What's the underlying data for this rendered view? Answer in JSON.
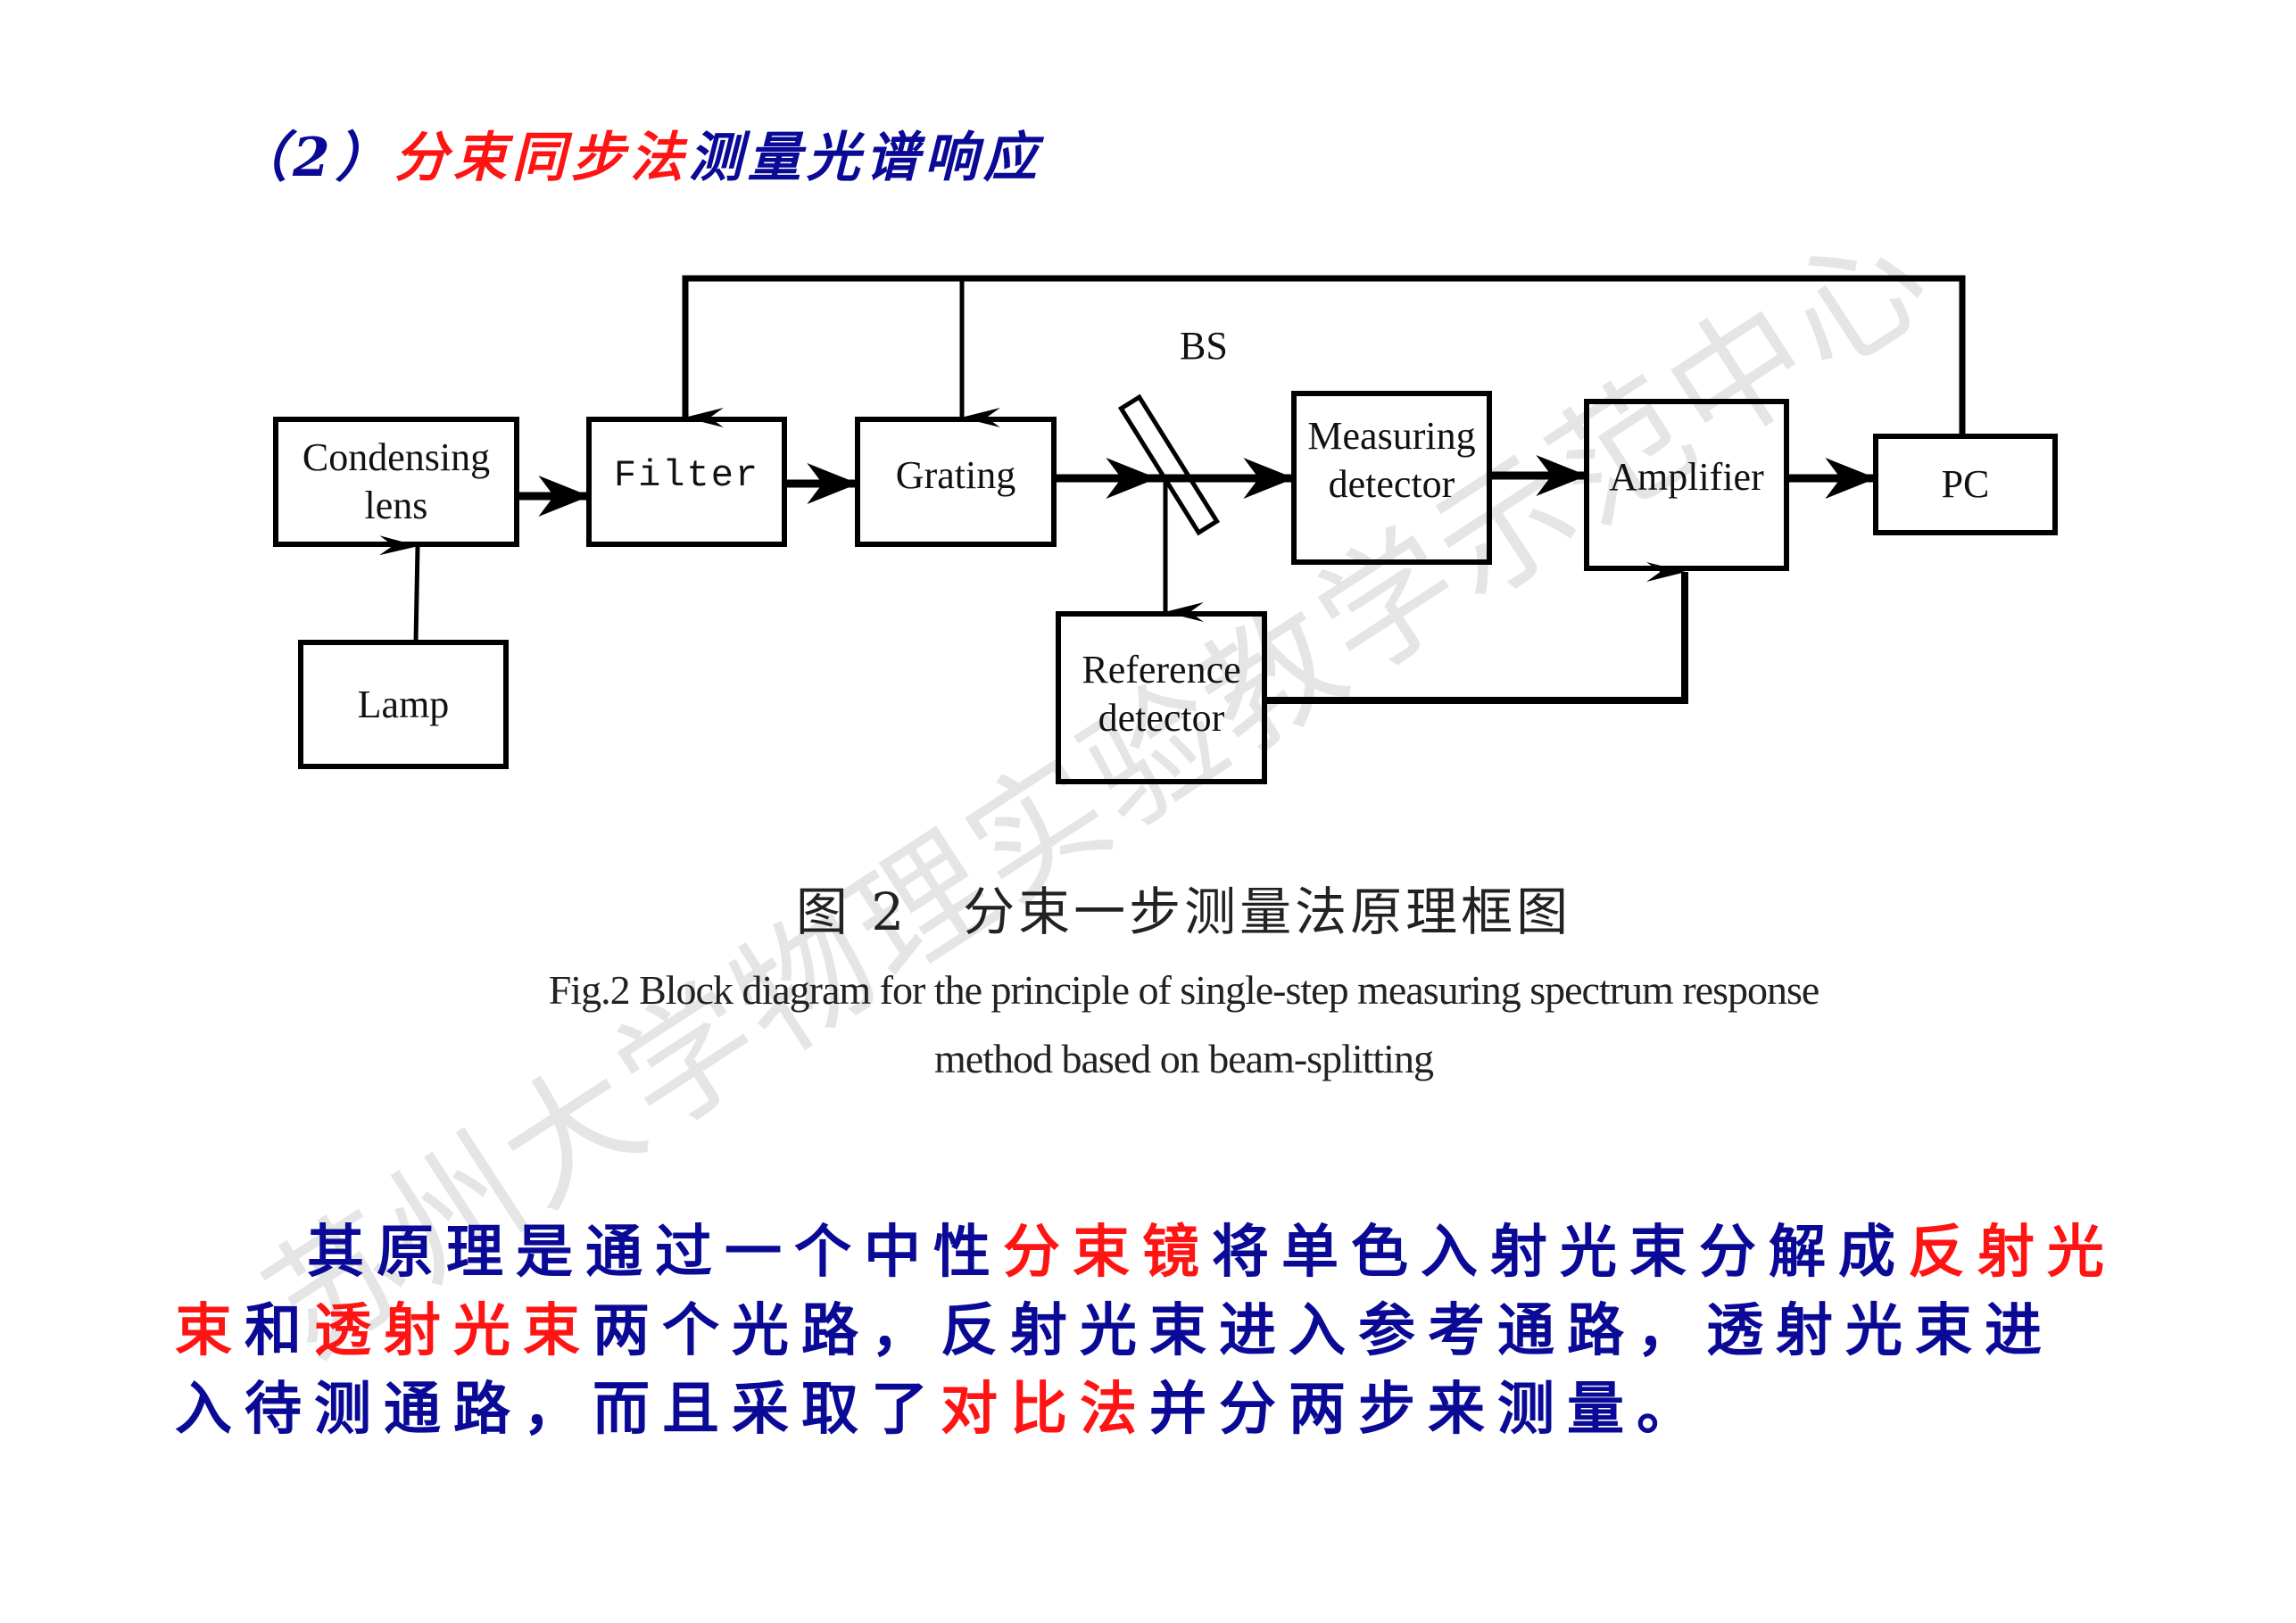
{
  "title": {
    "number": "（2）",
    "highlight": "分束同步法",
    "rest": "测量光谱响应"
  },
  "diagram": {
    "bs_label": "BS",
    "boxes": {
      "condensing_lens": [
        "Condensing",
        "lens"
      ],
      "filter": "Filter",
      "grating": "Grating",
      "measuring_detector": [
        "Measuring",
        "detector"
      ],
      "amplifier": "Amplifier",
      "pc": "PC",
      "reference_detector": [
        "Reference",
        "detector"
      ],
      "lamp": "Lamp"
    }
  },
  "caption": {
    "chinese": "图 2　分束一步测量法原理框图",
    "english_line1": "Fig.2  Block diagram for the principle of single-step measuring spectrum response",
    "english_line2": "method based on beam-splitting"
  },
  "watermark": "苏州大学物理实验教学示范中心",
  "paragraph": {
    "segments": [
      {
        "text": "其原理是通过一个中性",
        "color": "blue"
      },
      {
        "text": "分束镜",
        "color": "red"
      },
      {
        "text": "将单色入射光束分解成",
        "color": "blue"
      },
      {
        "text": "反射光束",
        "color": "red"
      },
      {
        "text": "和",
        "color": "blue"
      },
      {
        "text": "透射光束",
        "color": "red"
      },
      {
        "text": "两个光路，反射光束进入参考通路，透射光束进入待测通路，而且采取了",
        "color": "blue"
      },
      {
        "text": "对比法",
        "color": "red"
      },
      {
        "text": "并分两步来测量。",
        "color": "blue"
      }
    ]
  },
  "colors": {
    "blue": "#0a0a96",
    "red": "#ff1414",
    "line": "#000000"
  }
}
